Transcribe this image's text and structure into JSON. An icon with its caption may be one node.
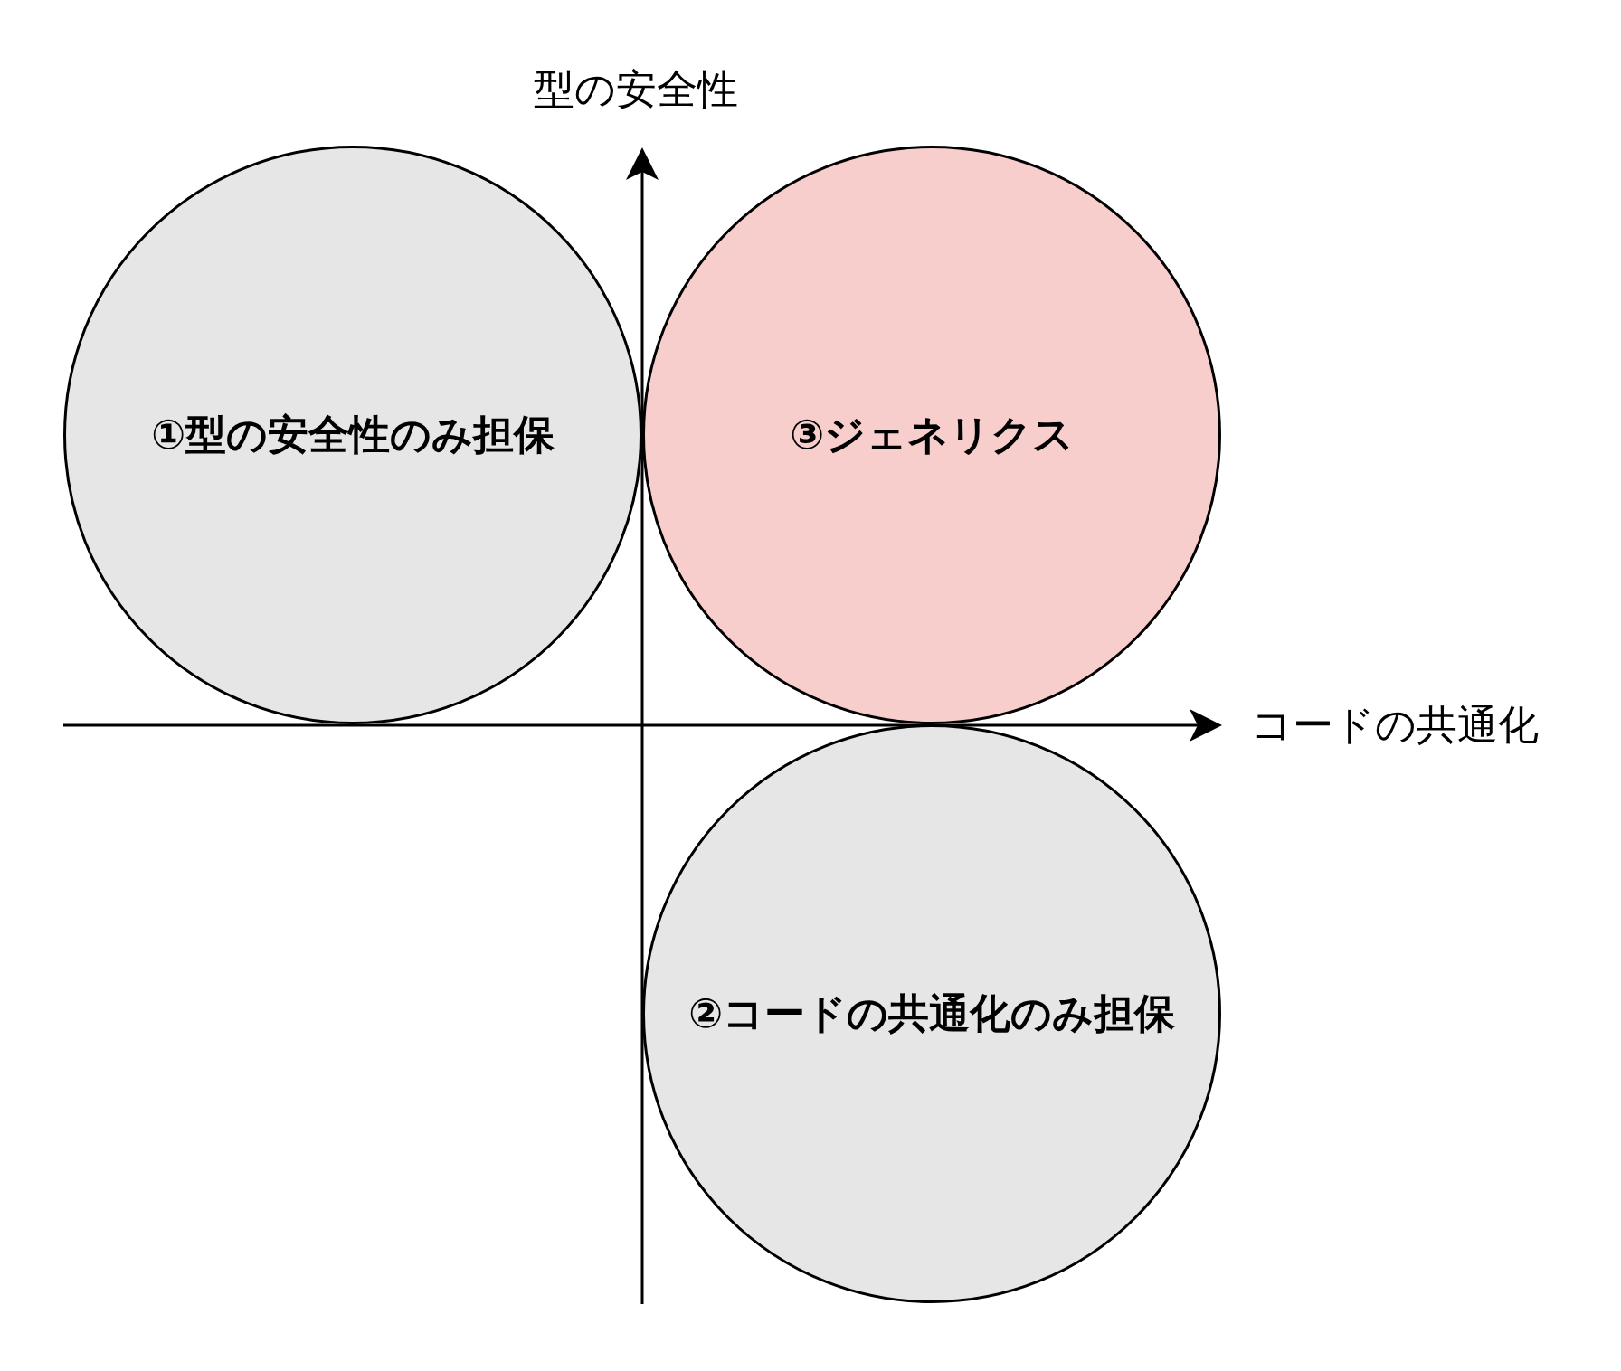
{
  "diagram": {
    "nodes": [
      {
        "text": [
          "①型の安全性のみ担保"
        ]
      },
      {
        "text": [
          "③ジェネリクス"
        ]
      },
      {
        "text": [
          "②コードの共通化のみ担保"
        ]
      }
    ],
    "labels": [
      "型の安全性",
      "コードの共通化"
    ]
  }
}
